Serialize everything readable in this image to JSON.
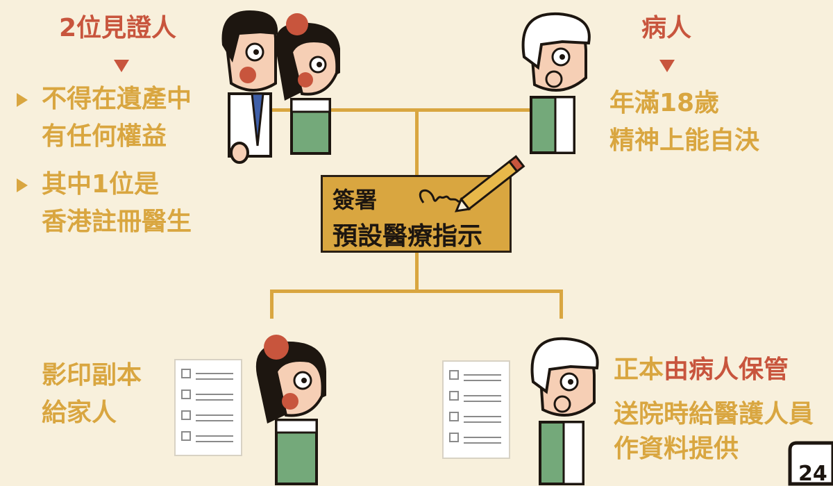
{
  "witnesses": {
    "title": "2位見證人",
    "point1_line1": "不得在遺產中",
    "point1_line2": "有任何權益",
    "point2_line1": "其中1位是",
    "point2_line2": "香港註冊醫生"
  },
  "patient": {
    "title": "病人",
    "line1": "年滿18歲",
    "line2": "精神上能自決"
  },
  "center": {
    "line1": "簽署",
    "line2": "預設醫療指示"
  },
  "copy": {
    "line1": "影印副本",
    "line2": "給家人"
  },
  "original": {
    "line1_part1": "正本",
    "line1_part2": "由病人保管",
    "line2": "送院時給醫護人員",
    "line3": "作資料提供"
  },
  "page_corner": "24",
  "colors": {
    "background": "#f8f0dc",
    "gold": "#d9a640",
    "red": "#c8553d",
    "green": "#74a97a",
    "dark": "#1d1610"
  }
}
